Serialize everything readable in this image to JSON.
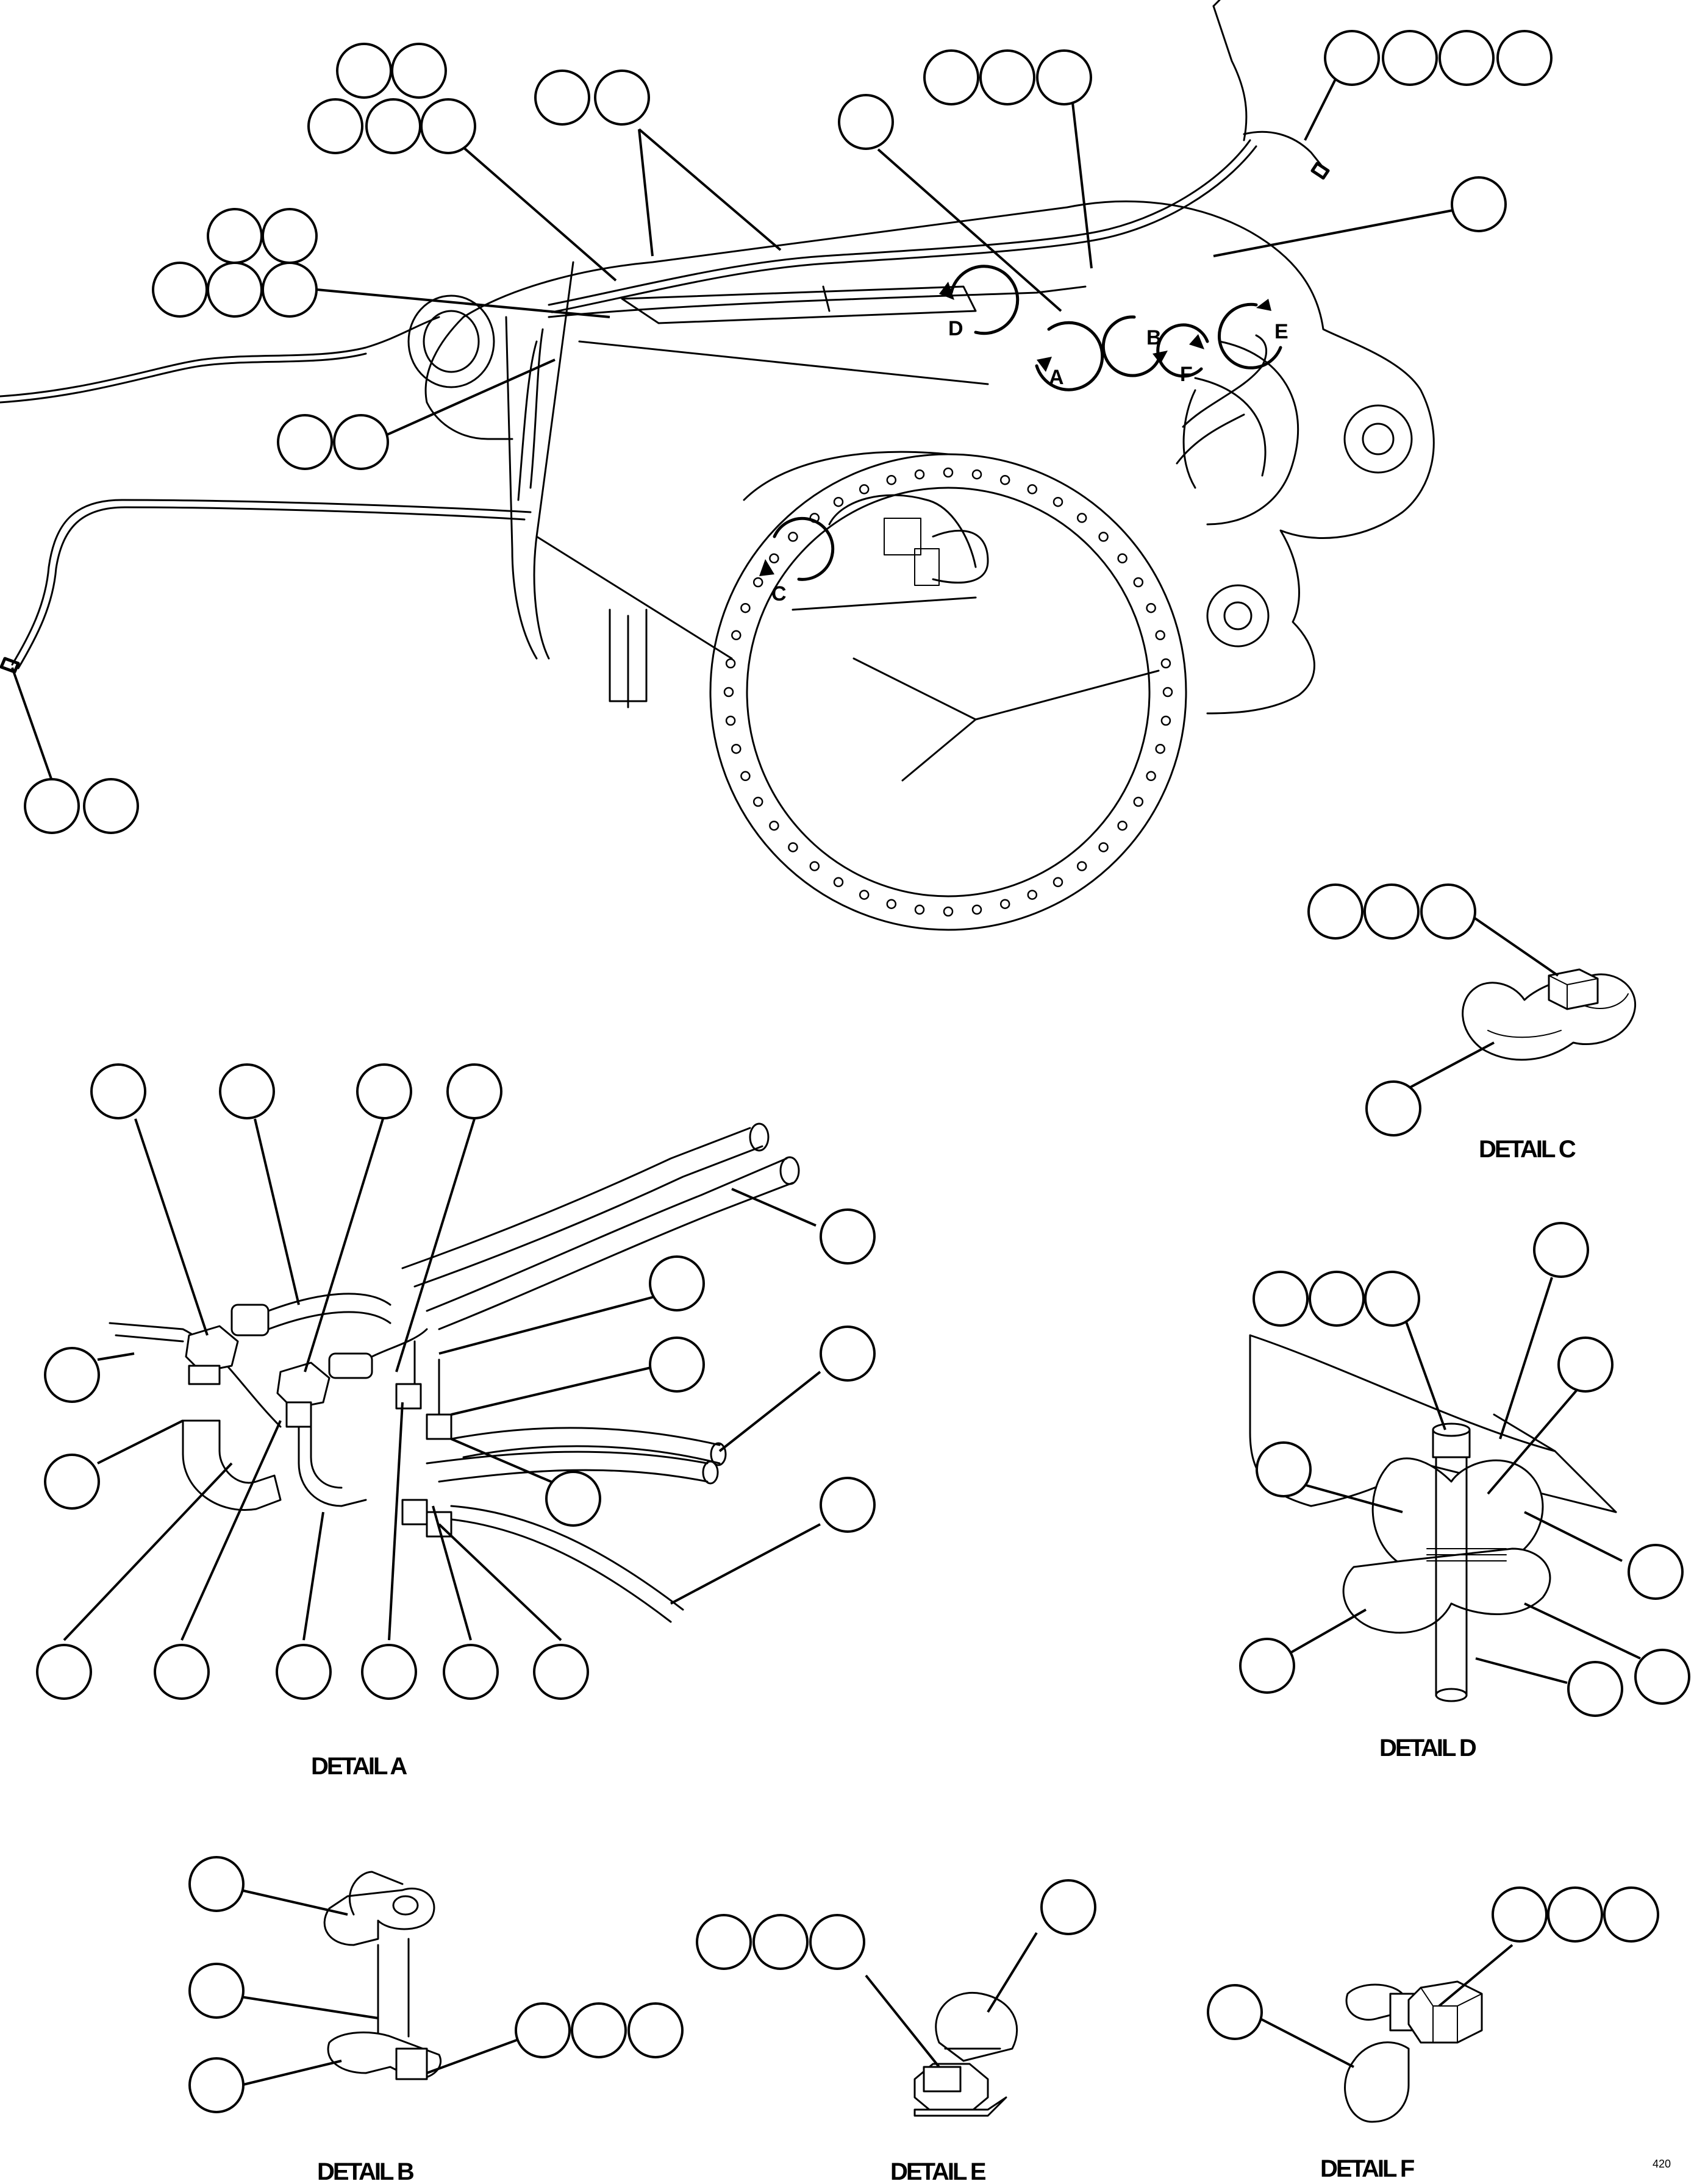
{
  "detail_labels": {
    "a": "DETAIL A",
    "b": "DETAIL B",
    "c": "DETAIL C",
    "d": "DETAIL D",
    "e": "DETAIL E",
    "f": "DETAIL F"
  },
  "view_letters": {
    "a": "A",
    "b": "B",
    "c": "C",
    "d": "D",
    "e": "E",
    "f": "F"
  },
  "sheet_mark": "420"
}
